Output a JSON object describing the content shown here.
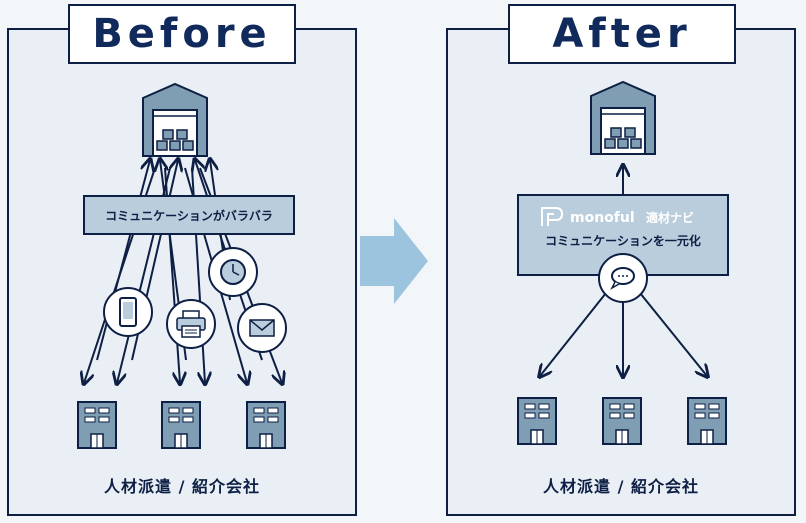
{
  "before": {
    "title": "Before",
    "bar_label": "コミュニケーションがバラバラ",
    "caption": "人材派遣 / 紹介会社"
  },
  "after": {
    "title": "After",
    "brand": "monoful",
    "brand_sub": "適材ナビ",
    "bar_label": "コミュニケーションを一元化",
    "caption": "人材派遣 / 紹介会社"
  },
  "icons": [
    "warehouse-icon",
    "phone-icon",
    "printer-icon",
    "clock-icon",
    "mail-icon",
    "chat-icon",
    "office-building-icon",
    "monoful-logo-icon"
  ],
  "colors": {
    "navy": "#0d1f44",
    "panel": "#e9eff5",
    "bar": "#b9cddd",
    "arrow_light": "#9cc4df"
  }
}
